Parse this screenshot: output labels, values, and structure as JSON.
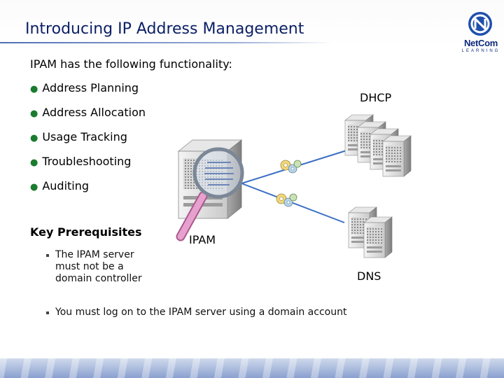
{
  "slide": {
    "title": "Introducing IP Address Management",
    "logo": {
      "name": "NetCom",
      "tagline": "LEARNING"
    },
    "intro": "IPAM has the following functionality:",
    "functions": [
      "Address Planning",
      "Address Allocation",
      "Usage Tracking",
      "Troubleshooting",
      "Auditing"
    ],
    "prerequisites": {
      "heading": "Key Prerequisites",
      "items": [
        "The IPAM server must not be a domain controller",
        "You must log on to the IPAM server using a domain account"
      ]
    },
    "diagram": {
      "dhcp_label": "DHCP",
      "ipam_label": "IPAM",
      "dns_label": "DNS"
    },
    "colors": {
      "title": "#0b1f66",
      "bullet": "#1a7c2e",
      "footer": "#8aa0cf",
      "magnifier_handle": "#d77fb4"
    }
  }
}
